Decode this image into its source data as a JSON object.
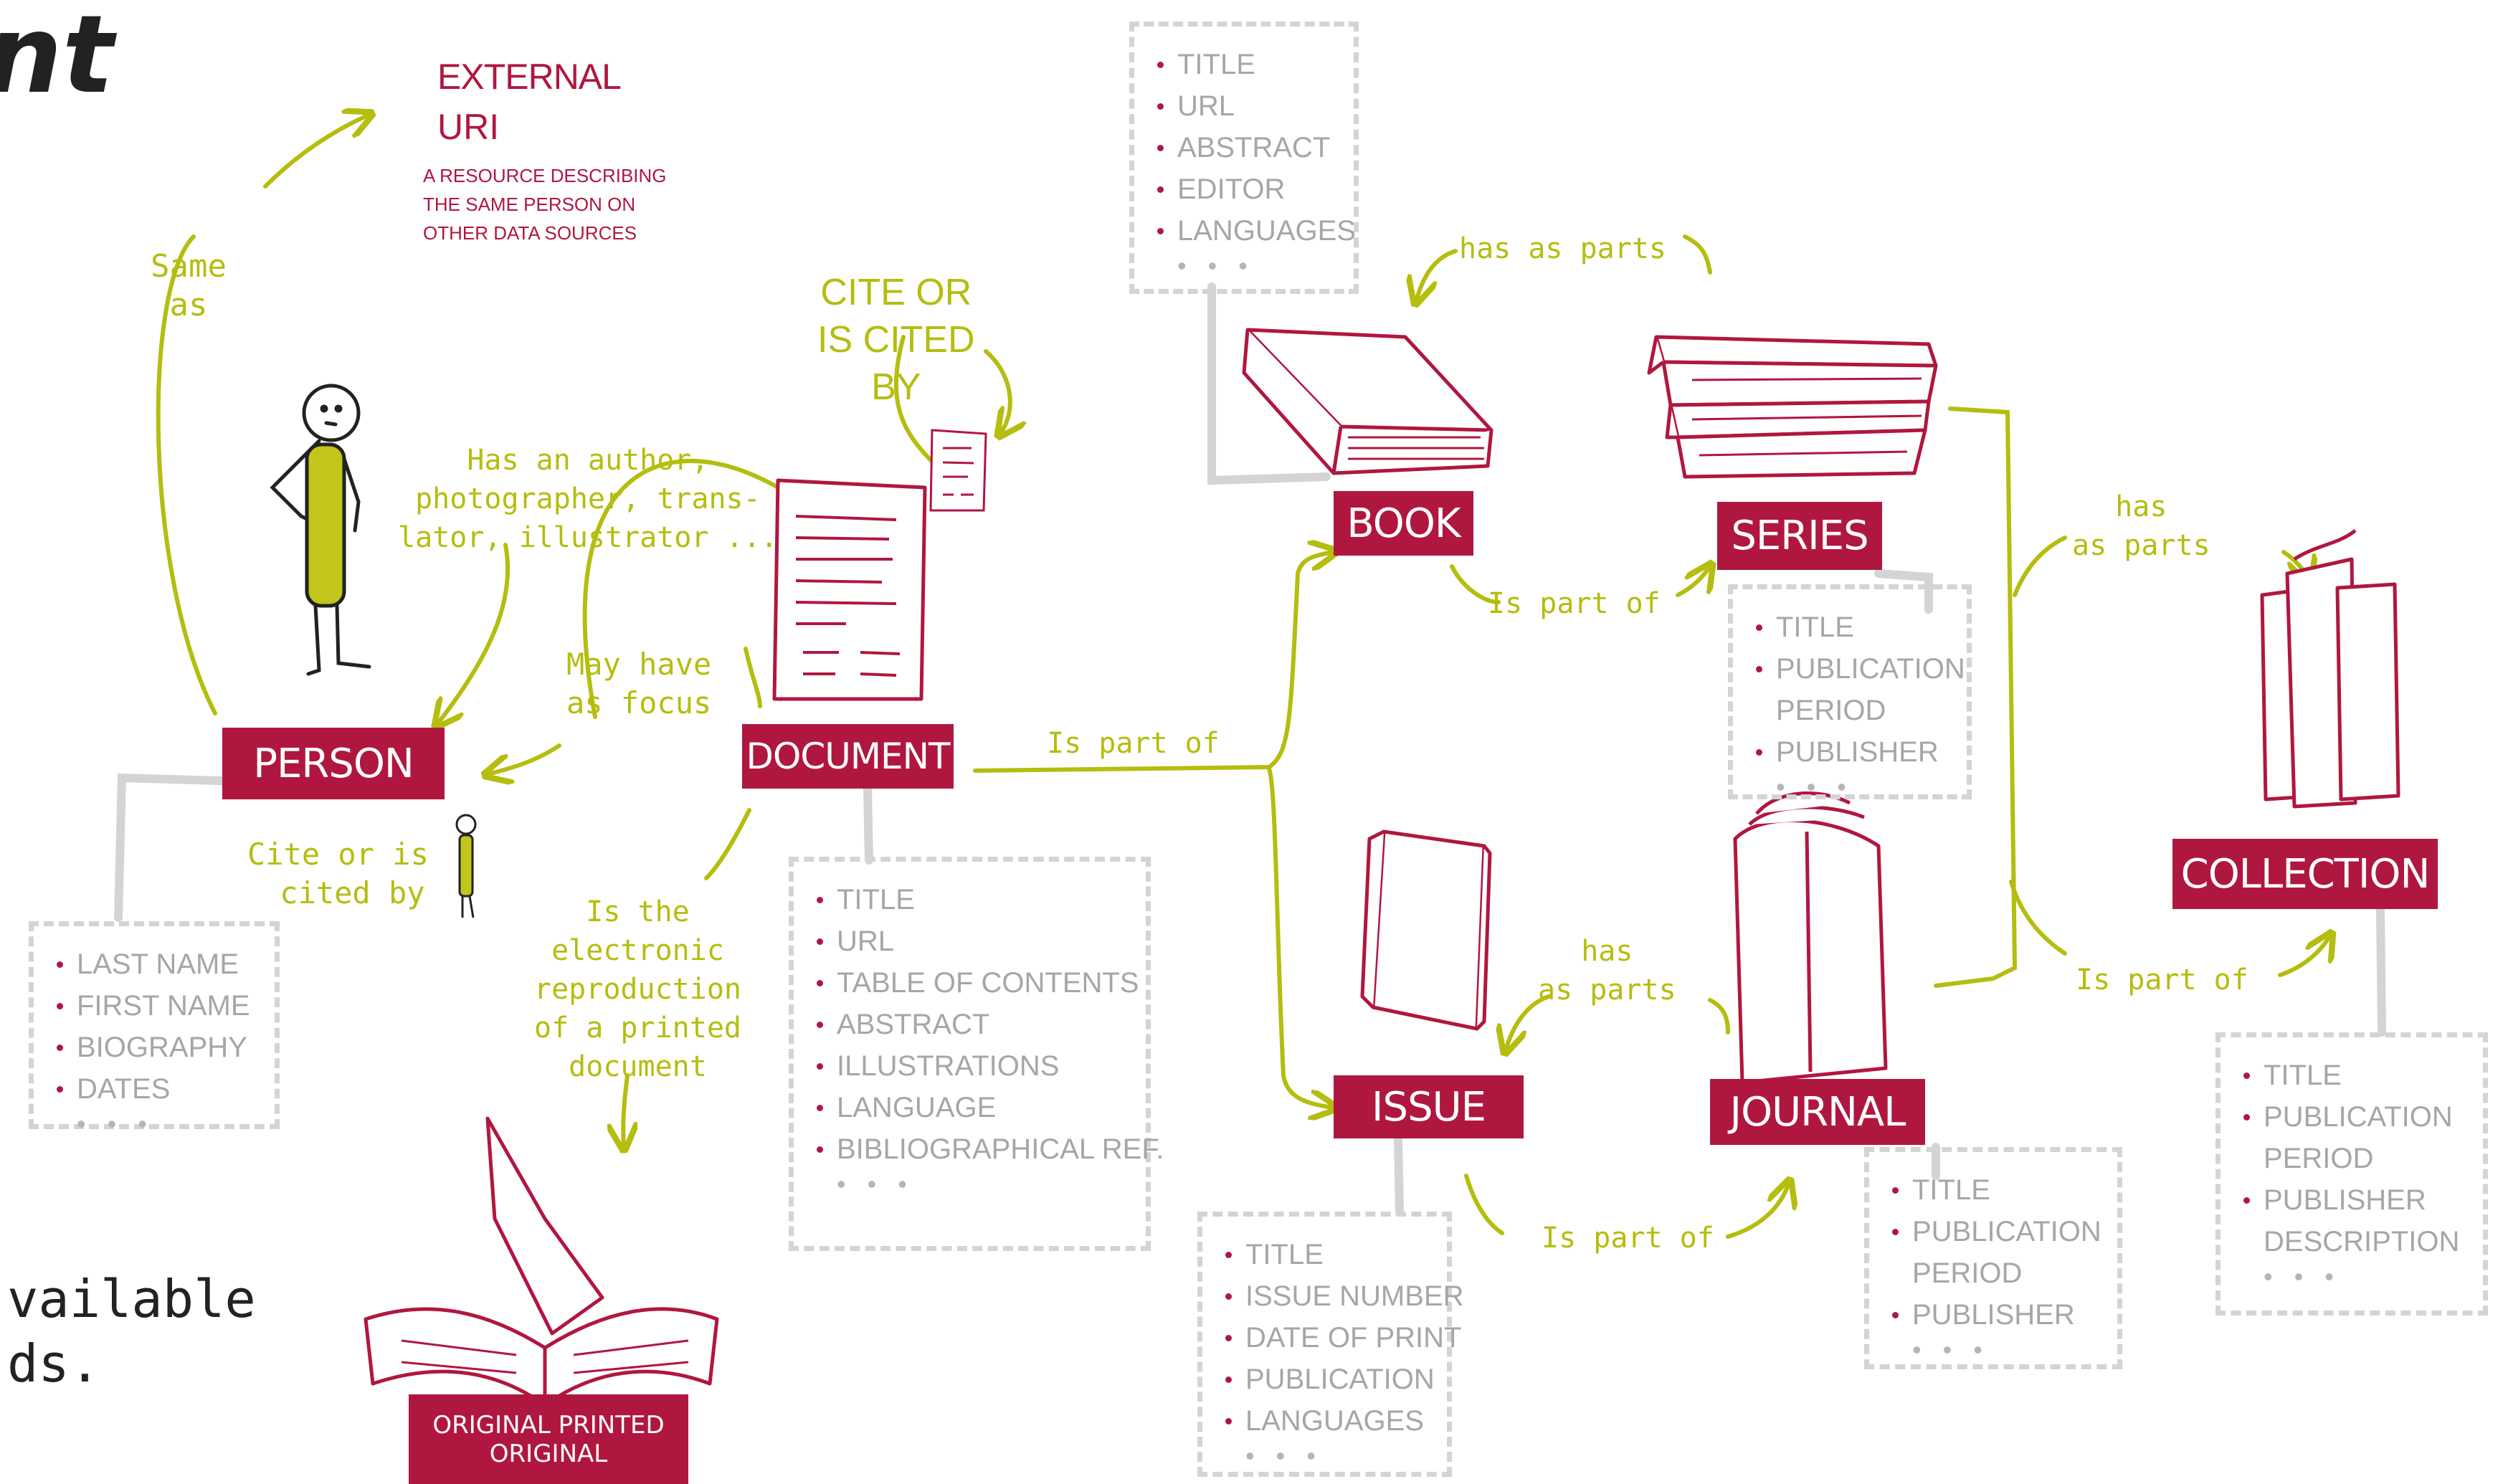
{
  "colors": {
    "accent": "#b0173f",
    "handwriting": "#b5bd0f",
    "connector": "#d4d4d4",
    "attribute_text": "#a6a6a6"
  },
  "page_fragments": {
    "title_tail": "nt",
    "text_line1": "vailable",
    "text_line2": "ds."
  },
  "external_uri": {
    "title_line1": "EXTERNAL",
    "title_line2": "URI",
    "desc_line1": "A RESOURCE DESCRIBING",
    "desc_line2": "THE SAME PERSON ON",
    "desc_line3": "OTHER DATA SOURCES"
  },
  "nodes": {
    "person": "PERSON",
    "document": "DOCUMENT",
    "book": "BOOK",
    "series": "SERIES",
    "issue": "ISSUE",
    "journal": "JOURNAL",
    "collection": "COLLECTION",
    "original_line1": "ORIGINAL PRINTED",
    "original_line2": "ORIGINAL"
  },
  "relations": {
    "same_as_1": "Same",
    "same_as_2": "as",
    "author_1": "Has an author,",
    "author_2": "photographer, trans-",
    "author_3": "lator, illustrator ...",
    "cite_1": "CITE OR",
    "cite_2": "IS CITED",
    "cite_3": "BY",
    "focus_1": "May have",
    "focus_2": "as focus",
    "person_cite_1": "Cite or is",
    "person_cite_2": "cited by",
    "repro_1": "Is the",
    "repro_2": "electronic",
    "repro_3": "reproduction",
    "repro_4": "of a printed",
    "repro_5": "document",
    "doc_part_of": "Is part of",
    "book_has_parts": "has as parts",
    "book_part_of": "Is part of",
    "series_has_parts_1": "has",
    "series_has_parts_2": "as parts",
    "journal_has_parts_1": "has",
    "journal_has_parts_2": "as parts",
    "issue_part_of": "Is part of",
    "collection_part_of": "Is part of"
  },
  "attributes": {
    "person": [
      "LAST NAME",
      "FIRST NAME",
      "BIOGRAPHY",
      "DATES"
    ],
    "document": [
      "TITLE",
      "URL",
      "TABLE OF CONTENTS",
      "ABSTRACT",
      "ILLUSTRATIONS",
      "LANGUAGE",
      "BIBLIOGRAPHICAL REF."
    ],
    "book": [
      "TITLE",
      "URL",
      "ABSTRACT",
      "EDITOR",
      "LANGUAGES"
    ],
    "series": [
      "TITLE",
      "PUBLICATION",
      "PERIOD",
      "PUBLISHER"
    ],
    "issue": [
      "TITLE",
      "ISSUE NUMBER",
      "DATE OF PRINT",
      "PUBLICATION",
      "LANGUAGES"
    ],
    "journal": [
      "TITLE",
      "PUBLICATION",
      "PERIOD",
      "PUBLISHER"
    ],
    "collection": [
      "TITLE",
      "PUBLICATION",
      "PERIOD",
      "PUBLISHER",
      "DESCRIPTION"
    ]
  },
  "ellipsis": "• • •",
  "icons": [
    "stick-figure-icon",
    "document-page-icon",
    "small-document-icon",
    "book-icon",
    "book-stack-icon",
    "magazine-icon",
    "journal-icon",
    "books-collection-icon",
    "open-book-icon",
    "small-figure-icon"
  ]
}
